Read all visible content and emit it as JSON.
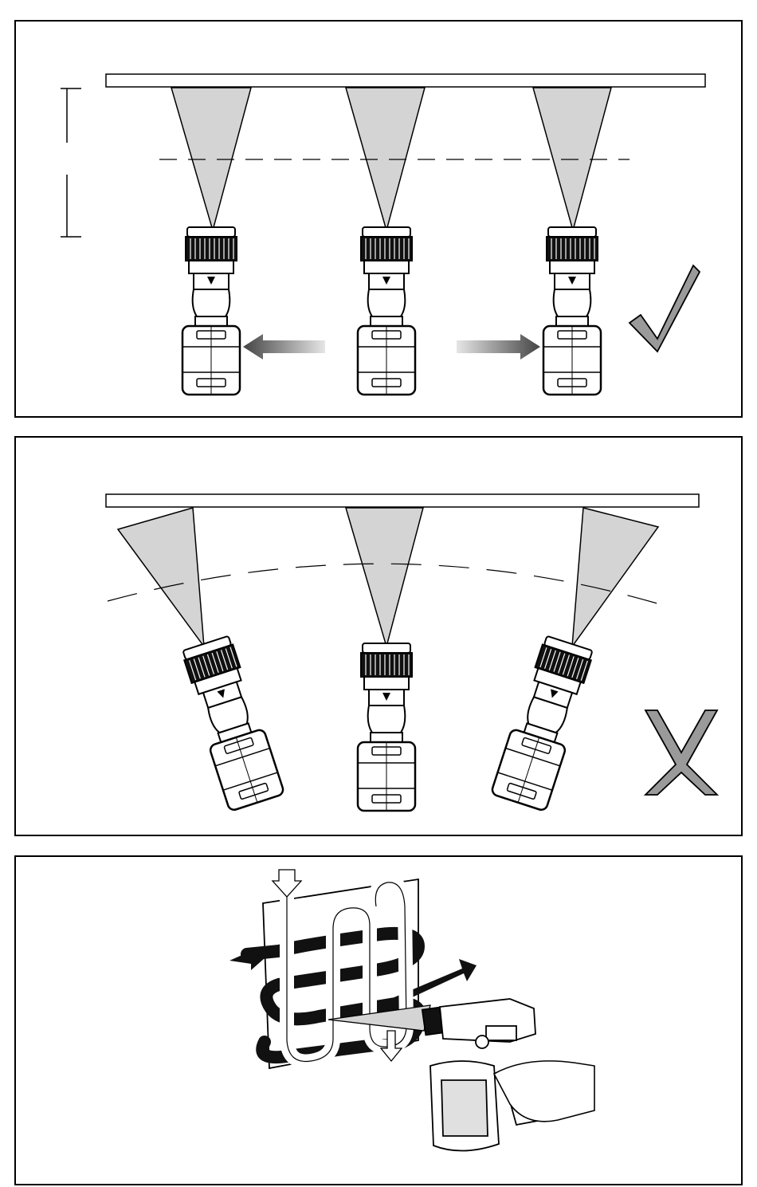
{
  "figures": [
    {
      "id": "panel-correct-technique",
      "verdict_symbol": "check-mark-icon"
    },
    {
      "id": "panel-incorrect-technique",
      "verdict_symbol": "x-mark-icon"
    },
    {
      "id": "panel-spray-pattern"
    }
  ],
  "colors": {
    "line": "#000000",
    "spray_cone": "#d4d4d4",
    "mark_fill": "#9a9a9a",
    "arrow_gradient_dark": "#444444",
    "arrow_gradient_light": "#e0e0e0"
  }
}
